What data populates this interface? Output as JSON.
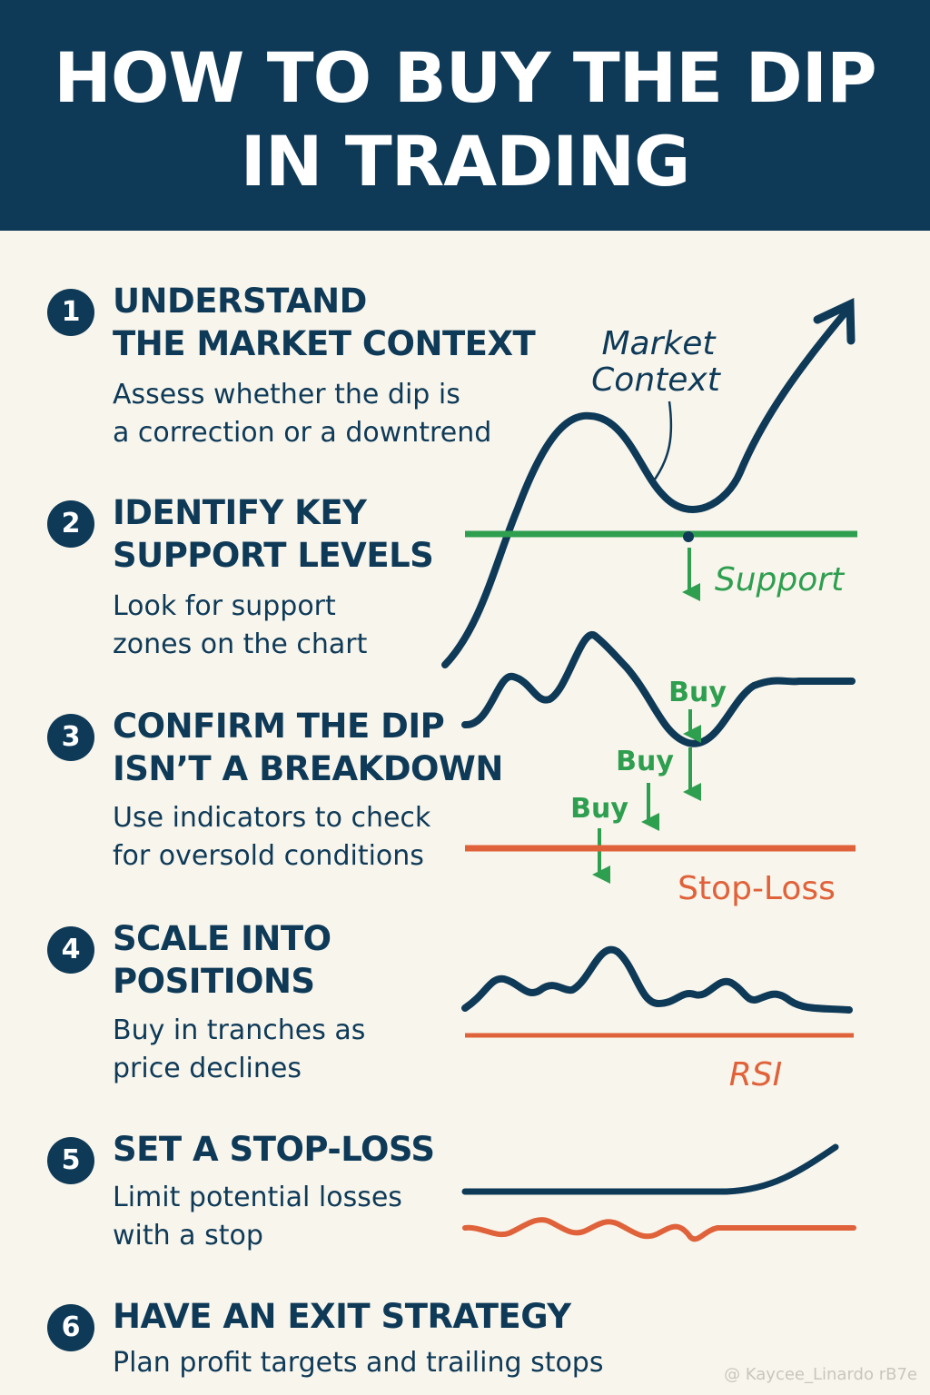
{
  "header": {
    "title_line1": "HOW TO BUY THE DIP",
    "title_line2": "IN TRADING"
  },
  "steps": [
    {
      "number": "1",
      "title_lines": [
        "UNDERSTAND",
        "THE MARKET CONTEXT"
      ],
      "desc_lines": [
        "Assess whether the dip is",
        "a correction or a downtrend"
      ]
    },
    {
      "number": "2",
      "title_lines": [
        "IDENTIFY KEY",
        "SUPPORT LEVELS"
      ],
      "desc_lines": [
        "Look for support",
        "zones on the chart"
      ]
    },
    {
      "number": "3",
      "title_lines": [
        "CONFIRM THE DIP",
        "ISN’T A BREAKDOWN"
      ],
      "desc_lines": [
        "Use indicators to check",
        "for oversold conditions"
      ]
    },
    {
      "number": "4",
      "title_lines": [
        "SCALE INTO",
        "POSITIONS"
      ],
      "desc_lines": [
        "Buy in tranches as",
        "price declines"
      ]
    },
    {
      "number": "5",
      "title_lines": [
        "SET A STOP-LOSS"
      ],
      "desc_lines": [
        "Limit potential losses",
        "with a stop"
      ]
    },
    {
      "number": "6",
      "title_lines": [
        "HAVE AN EXIT STRATEGY"
      ],
      "desc_lines": [
        "Plan profit targets and trailing stops"
      ]
    }
  ],
  "illustration": {
    "market_context_line1": "Market",
    "market_context_line2": "Context",
    "support_label": "Support",
    "buy_labels": [
      "Buy",
      "Buy",
      "Buy"
    ],
    "stop_loss_label": "Stop-Loss",
    "rsi_label": "RSI"
  },
  "watermark": "@ Kaycee_Linardo rB7e",
  "colors": {
    "navy": "#0e3a58",
    "support_green": "#2e9e4f",
    "stop_orange": "#e0623a",
    "background": "#f8f5ec"
  }
}
